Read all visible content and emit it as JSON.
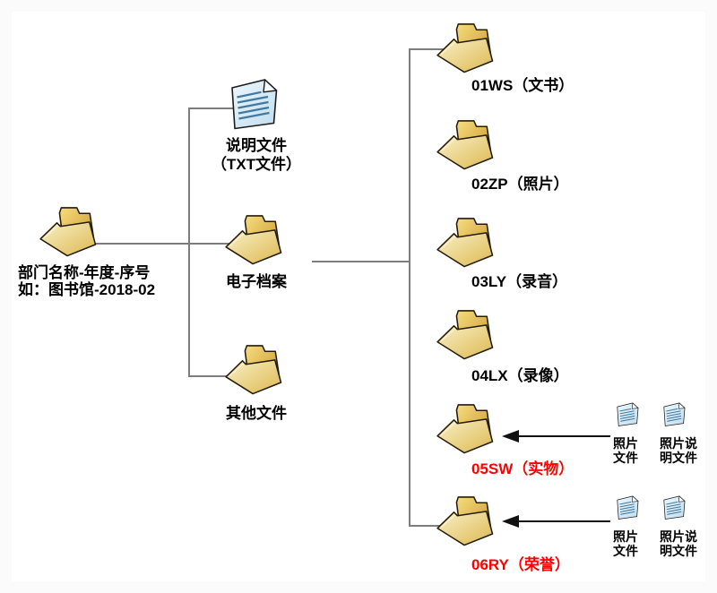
{
  "diagram_type": "folder-structure-tree",
  "colors": {
    "background": "#ffffff",
    "connector_gray": "#7d7d7d",
    "arrow_black": "#111111",
    "label_black": "#000000",
    "label_red": "#ff0000",
    "folder_gold": "#d9a521",
    "folder_cream": "#f2e3ac",
    "document_blue": "#d9ecf8"
  },
  "root": {
    "icon": "folder-icon",
    "label_line1": "部门名称-年度-序号",
    "label_line2": "如：图书馆-2018-02"
  },
  "children": {
    "readme": {
      "icon": "document-icon",
      "label_line1": "说明文件",
      "label_line2": "（TXT文件）"
    },
    "archive": {
      "icon": "folder-icon",
      "label": "电子档案"
    },
    "other": {
      "icon": "folder-icon",
      "label": "其他文件"
    }
  },
  "subfolders": [
    {
      "icon": "folder-icon",
      "label": "01WS（文书）",
      "label_color": "#000000"
    },
    {
      "icon": "folder-icon",
      "label": "02ZP（照片）",
      "label_color": "#000000"
    },
    {
      "icon": "folder-icon",
      "label": "03LY（录音）",
      "label_color": "#000000"
    },
    {
      "icon": "folder-icon",
      "label": "04LX（录像）",
      "label_color": "#000000"
    },
    {
      "icon": "folder-icon",
      "label": "05SW（实物）",
      "label_color": "#ff0000",
      "has_attachments": true
    },
    {
      "icon": "folder-icon",
      "label": "06RY（荣誉）",
      "label_color": "#ff0000",
      "has_attachments": true
    }
  ],
  "attachments": {
    "photo_file": {
      "icon": "document-icon",
      "label_line1": "照片",
      "label_line2": "文件"
    },
    "photo_desc_file": {
      "icon": "document-icon",
      "label_line1": "照片说",
      "label_line2": "明文件"
    }
  }
}
